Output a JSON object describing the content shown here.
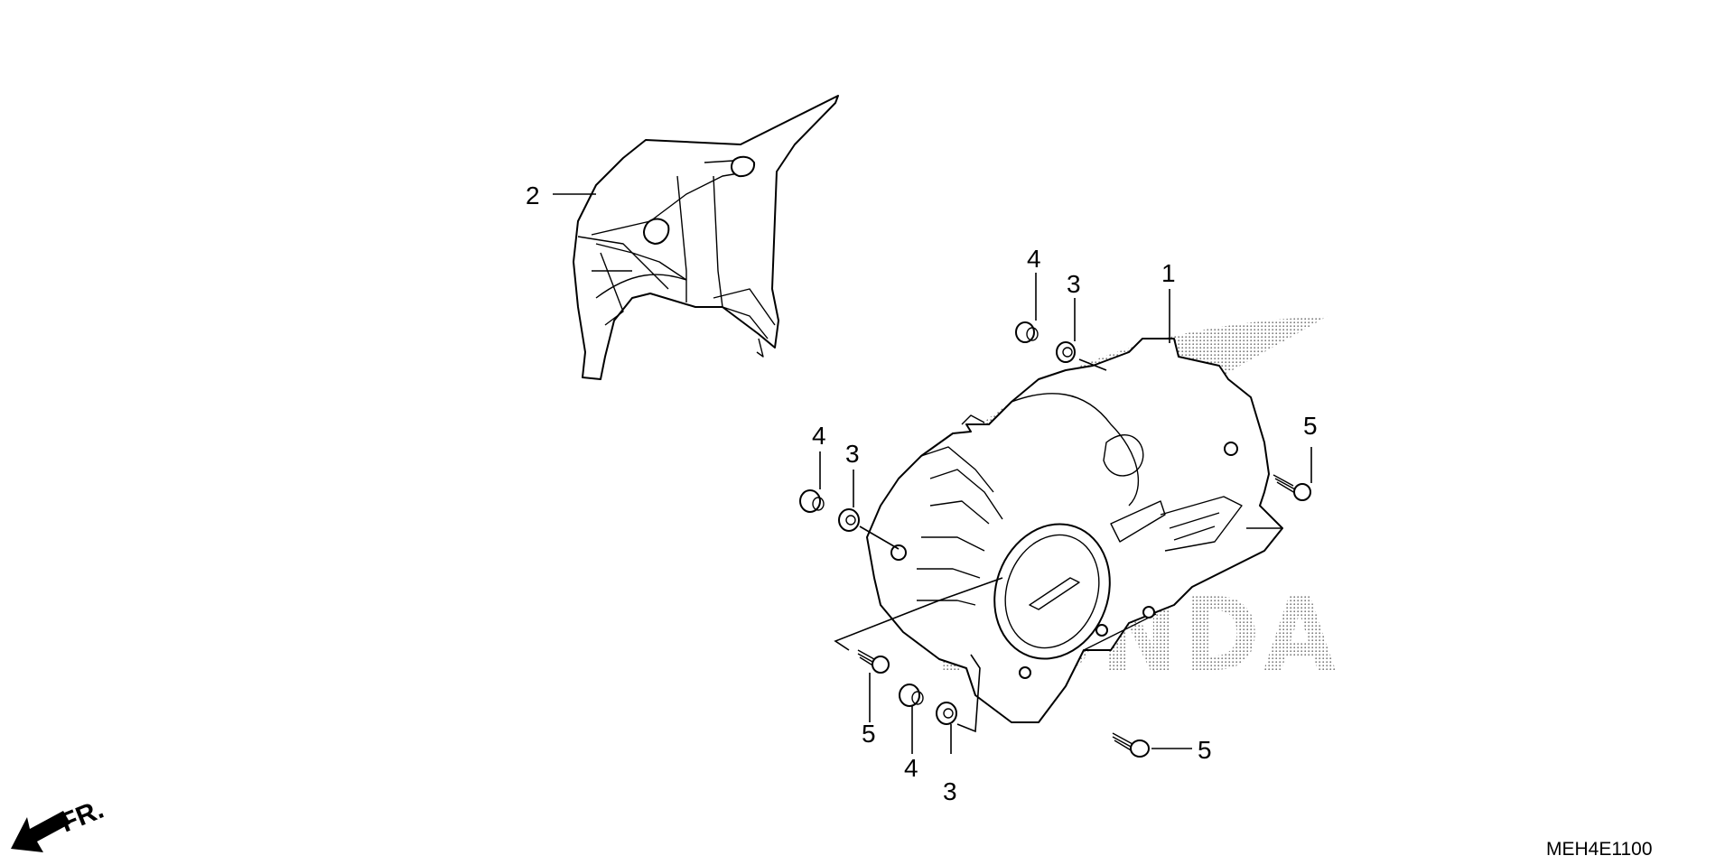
{
  "callouts": {
    "p1": "1",
    "p2": "2",
    "p3_top": "3",
    "p4_top": "4",
    "p3_left": "3",
    "p4_left": "4",
    "p5_right": "5",
    "p5_lower_right": "5",
    "p5_left": "5",
    "p4_bottom": "4",
    "p3_bottom": "3"
  },
  "front_indicator": "FR.",
  "drawing_code": "MEH4E1100",
  "watermark_text": "HONDA"
}
